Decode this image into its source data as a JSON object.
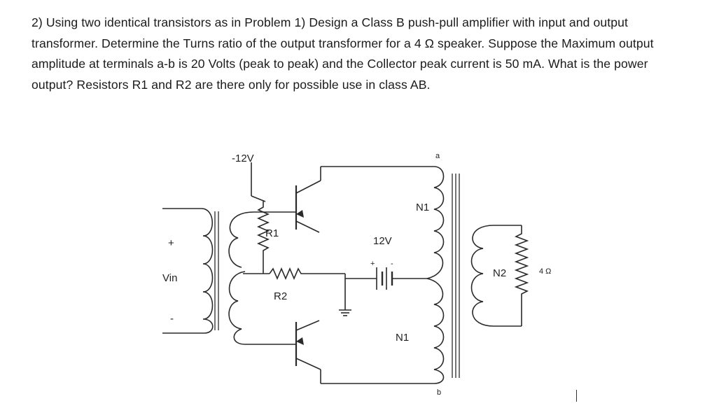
{
  "problem": {
    "paragraph": "2) Using two identical transistors as in Problem 1) Design a Class B push-pull amplifier with input and output transformer. Determine the Turns ratio of the output transformer for a 4 Ω speaker. Suppose the Maximum output amplitude at terminals a-b is 20 Volts (peak to peak) and the Collector peak current is 50 mA. What is the power output? Resistors R1 and R2 are there only for possible use in class AB."
  },
  "circuit": {
    "supply_negative": "-12V",
    "supply_battery": "12V",
    "battery_plus": "+",
    "battery_minus": "-",
    "resistor_r1": "R1",
    "resistor_r2": "R2",
    "input_label": "Vin",
    "input_plus": "+",
    "input_minus": "-",
    "winding_n1_top": "N1",
    "winding_n1_bottom": "N1",
    "winding_n2": "N2",
    "speaker_load": "4 Ω",
    "terminal_a": "a",
    "terminal_b": "b"
  }
}
